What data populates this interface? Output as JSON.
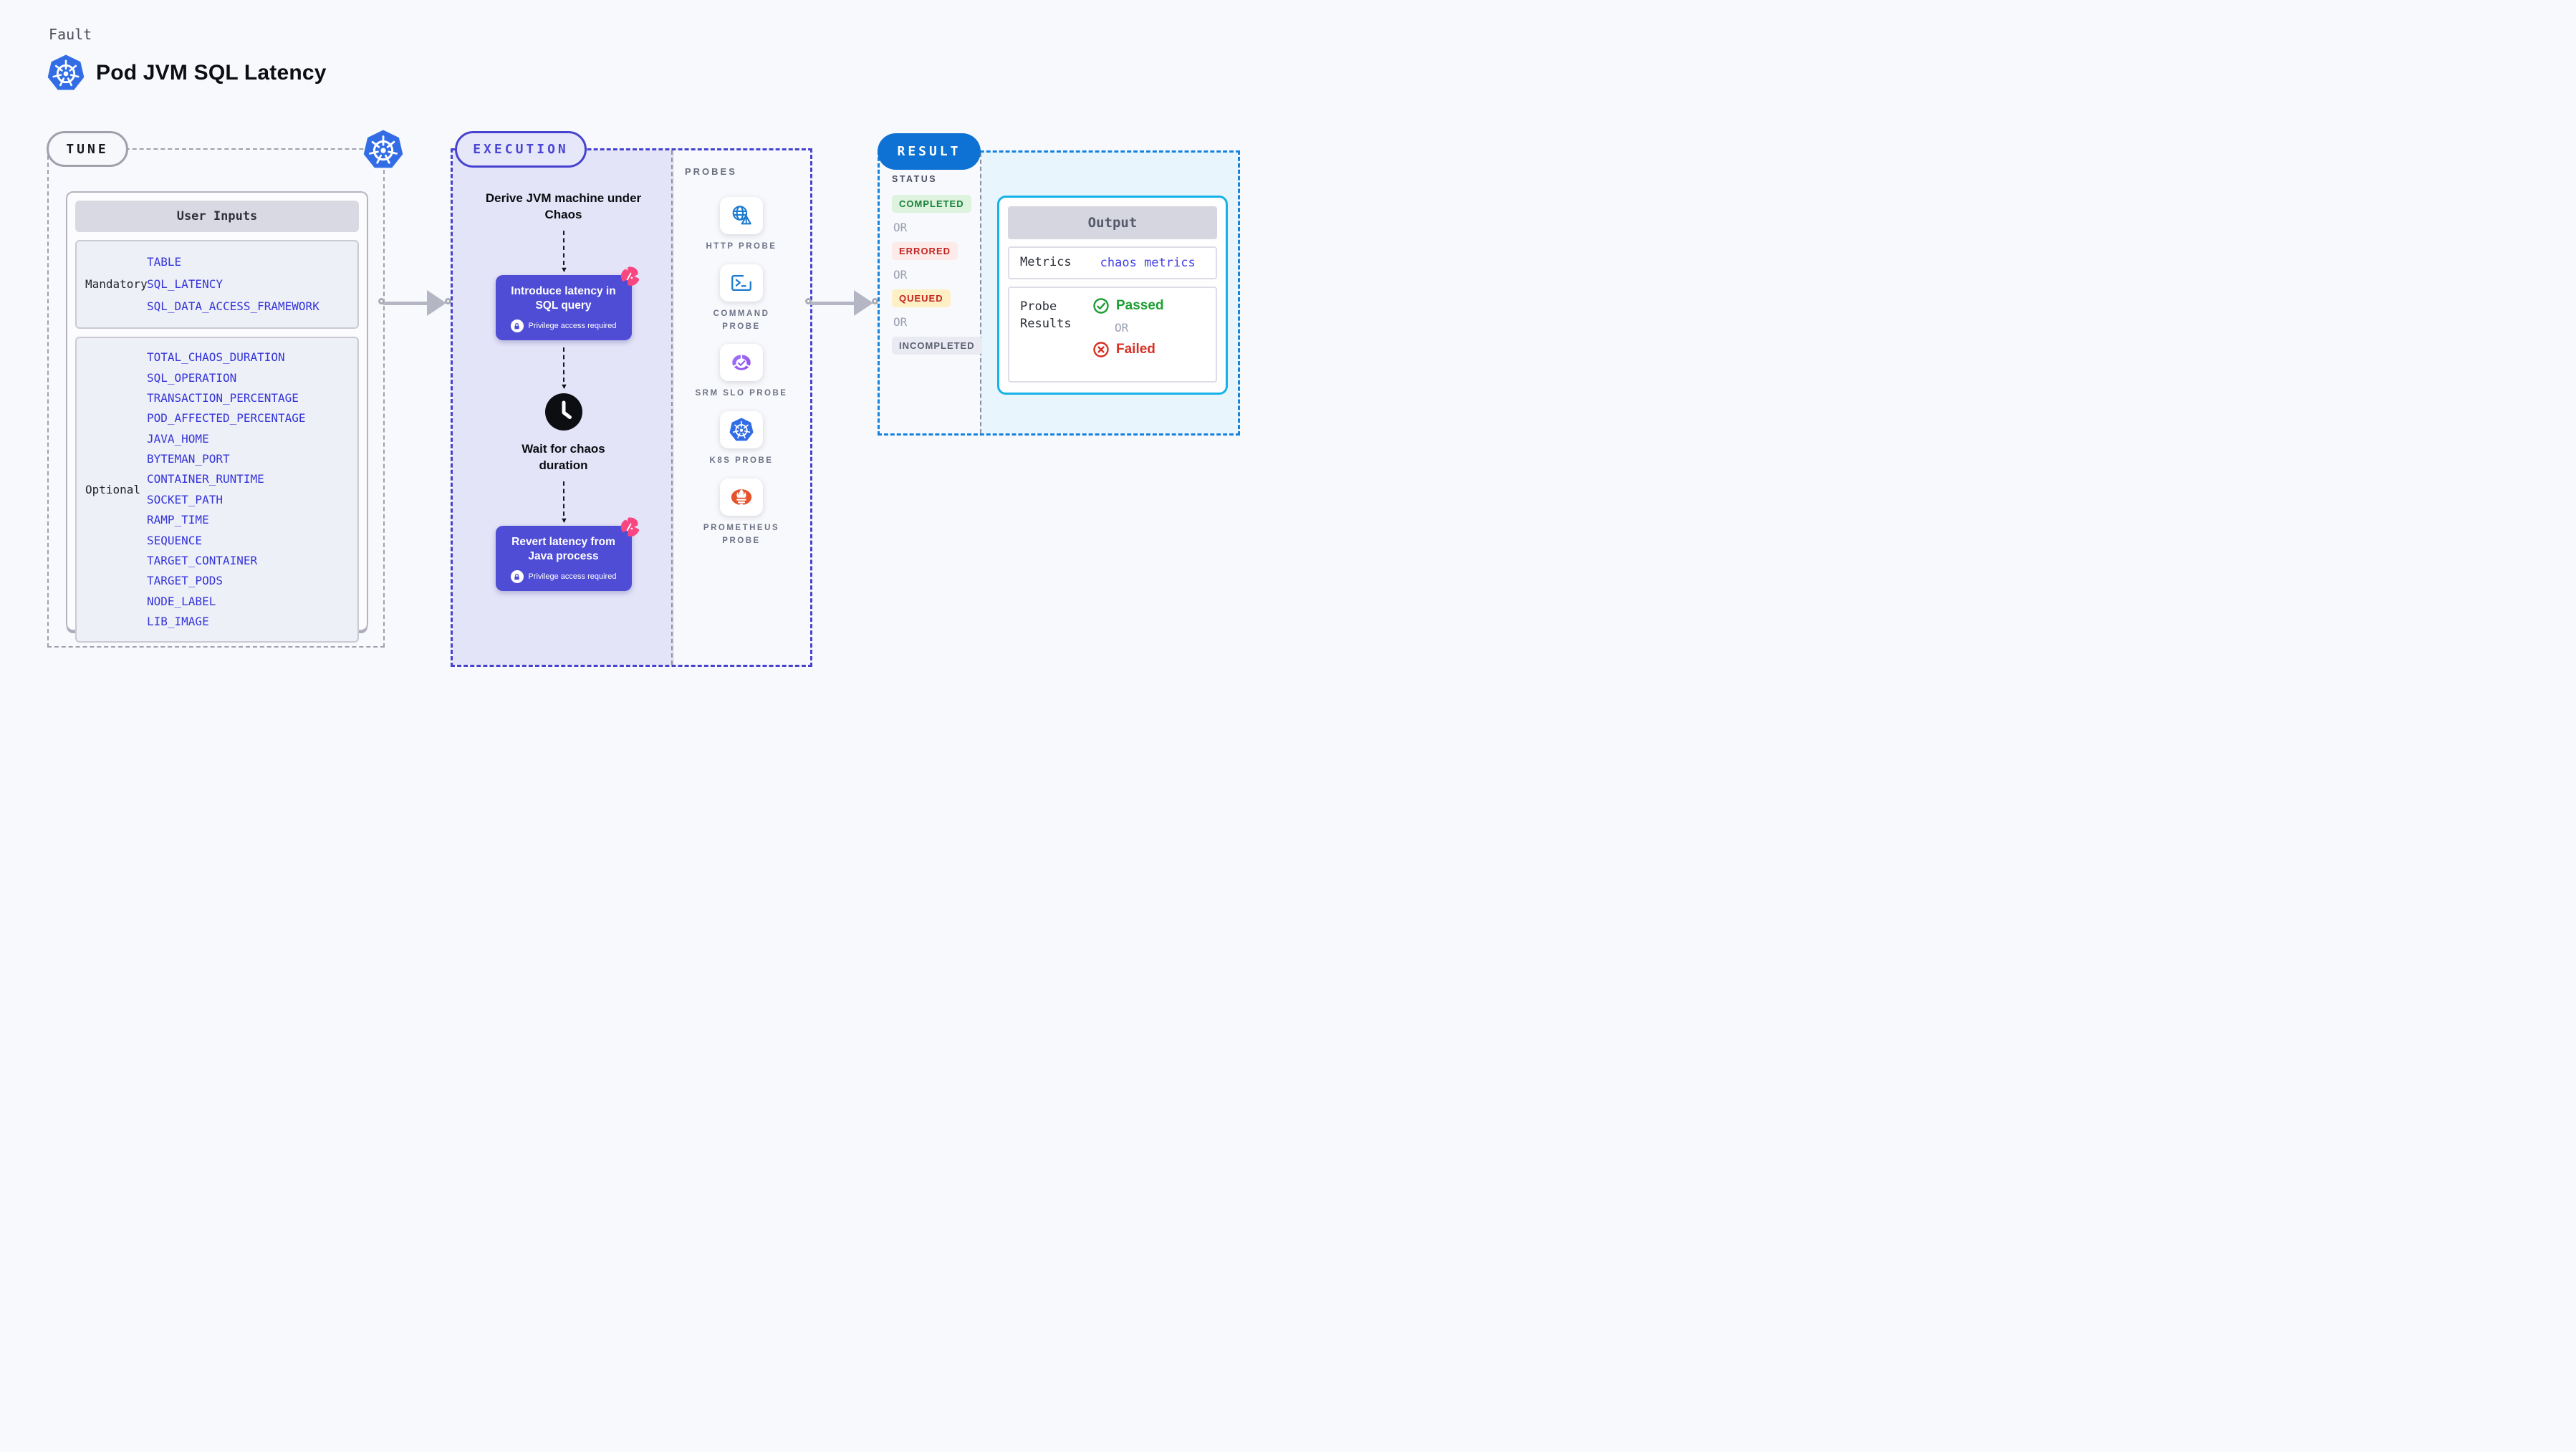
{
  "header": {
    "kicker": "Fault",
    "title": "Pod JVM SQL Latency",
    "title_icon": "kubernetes-icon"
  },
  "tune": {
    "label": "TUNE",
    "corner_icon": "kubernetes-icon",
    "user_inputs": {
      "header": "User Inputs",
      "groups": [
        {
          "label": "Mandatory",
          "items": [
            "TABLE",
            "SQL_LATENCY",
            "SQL_DATA_ACCESS_FRAMEWORK"
          ]
        },
        {
          "label": "Optional",
          "items": [
            "TOTAL_CHAOS_DURATION",
            "SQL_OPERATION",
            "TRANSACTION_PERCENTAGE",
            "POD_AFFECTED_PERCENTAGE",
            "JAVA_HOME",
            "BYTEMAN_PORT",
            "CONTAINER_RUNTIME",
            "SOCKET_PATH",
            "RAMP_TIME",
            "SEQUENCE",
            "TARGET_CONTAINER",
            "TARGET_PODS",
            "NODE_LABEL",
            "LIB_IMAGE"
          ]
        }
      ]
    }
  },
  "execution": {
    "label": "EXECUTION",
    "steps": {
      "derive": "Derive JVM machine under Chaos",
      "introduce": "Introduce latency in SQL query",
      "wait": "Wait for chaos duration",
      "revert": "Revert latency from Java process"
    },
    "privilege_note": "Privilege access required"
  },
  "probes": {
    "label": "PROBES",
    "items": [
      {
        "name": "HTTP PROBE",
        "icon": "globe-alert-icon"
      },
      {
        "name": "COMMAND PROBE",
        "icon": "terminal-icon"
      },
      {
        "name": "SRM SLO PROBE",
        "icon": "slo-gauge-icon"
      },
      {
        "name": "K8S PROBE",
        "icon": "kubernetes-icon"
      },
      {
        "name": "PROMETHEUS PROBE",
        "icon": "prometheus-flame-icon"
      }
    ]
  },
  "result": {
    "label": "RESULT",
    "status_title": "STATUS",
    "or_label": "OR",
    "statuses": [
      {
        "text": "COMPLETED",
        "state": "completed"
      },
      {
        "text": "ERRORED",
        "state": "errored"
      },
      {
        "text": "QUEUED",
        "state": "queued"
      },
      {
        "text": "INCOMPLETED",
        "state": "incompleted"
      }
    ],
    "output": {
      "header": "Output",
      "metrics_label": "Metrics",
      "metrics_value": "chaos metrics",
      "probe_results_label": "Probe Results",
      "passed": "Passed",
      "failed": "Failed"
    }
  },
  "colors": {
    "indigo_step": "#4f4cd6",
    "execution_border": "#4643d0",
    "litmus_pink": "#f74680",
    "k8s_blue": "#326de6",
    "probe_icon_blue": "#1b7ad1",
    "result_pill_blue": "#0d72d3",
    "result_border_blue": "#1583dc",
    "output_border_cyan": "#14b2e8",
    "param_blue": "#3434d8",
    "passed_green": "#1e9e33",
    "failed_red": "#d93025",
    "completed_bg": "#ddf3de",
    "completed_fg": "#188038",
    "errored_bg": "#fcebe9",
    "errored_fg": "#c5221f",
    "queued_bg": "#fcf0c4",
    "queued_fg": "#c5221f",
    "incompleted_bg": "#e9eaf2",
    "incompleted_fg": "#5c6070",
    "prometheus_orange": "#e6522c",
    "srm_purple": "#8d5cf2"
  }
}
